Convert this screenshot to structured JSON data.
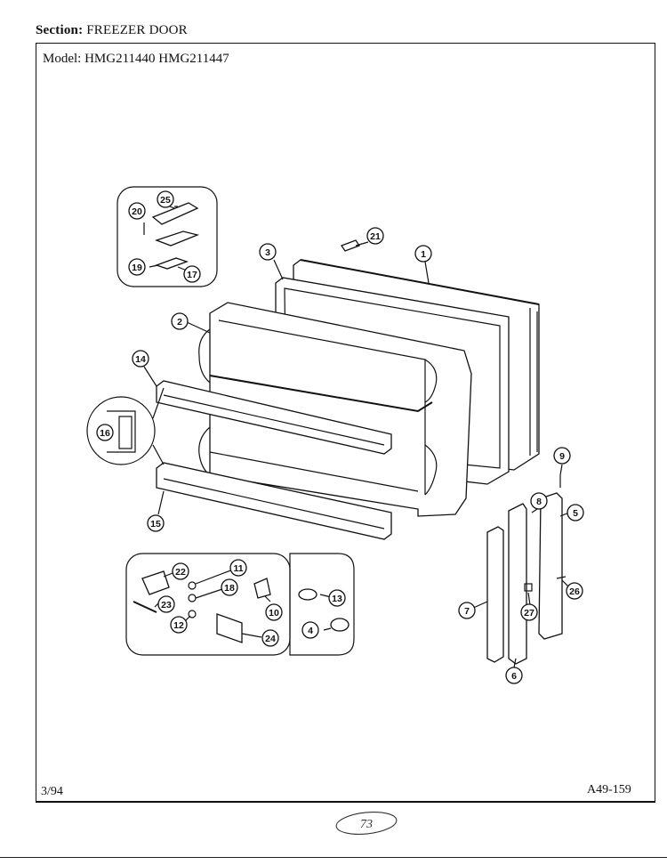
{
  "header": {
    "section_label": "Section:",
    "section_value": "FREEZER DOOR",
    "model_label": "Model:",
    "model_values": "HMG211440  HMG211447"
  },
  "footer": {
    "date": "3/94",
    "code": "A49-159",
    "page_mark": "73"
  },
  "callouts": {
    "c1": "1",
    "c2": "2",
    "c3": "3",
    "c4": "4",
    "c5": "5",
    "c6": "6",
    "c7": "7",
    "c8": "8",
    "c9": "9",
    "c10": "10",
    "c11": "11",
    "c12": "12",
    "c13": "13",
    "c14": "14",
    "c15": "15",
    "c16": "16",
    "c17": "17",
    "c18": "18",
    "c19": "19",
    "c20": "20",
    "c21": "21",
    "c22": "22",
    "c23": "23",
    "c24": "24",
    "c25": "25",
    "c26": "26",
    "c27": "27"
  }
}
